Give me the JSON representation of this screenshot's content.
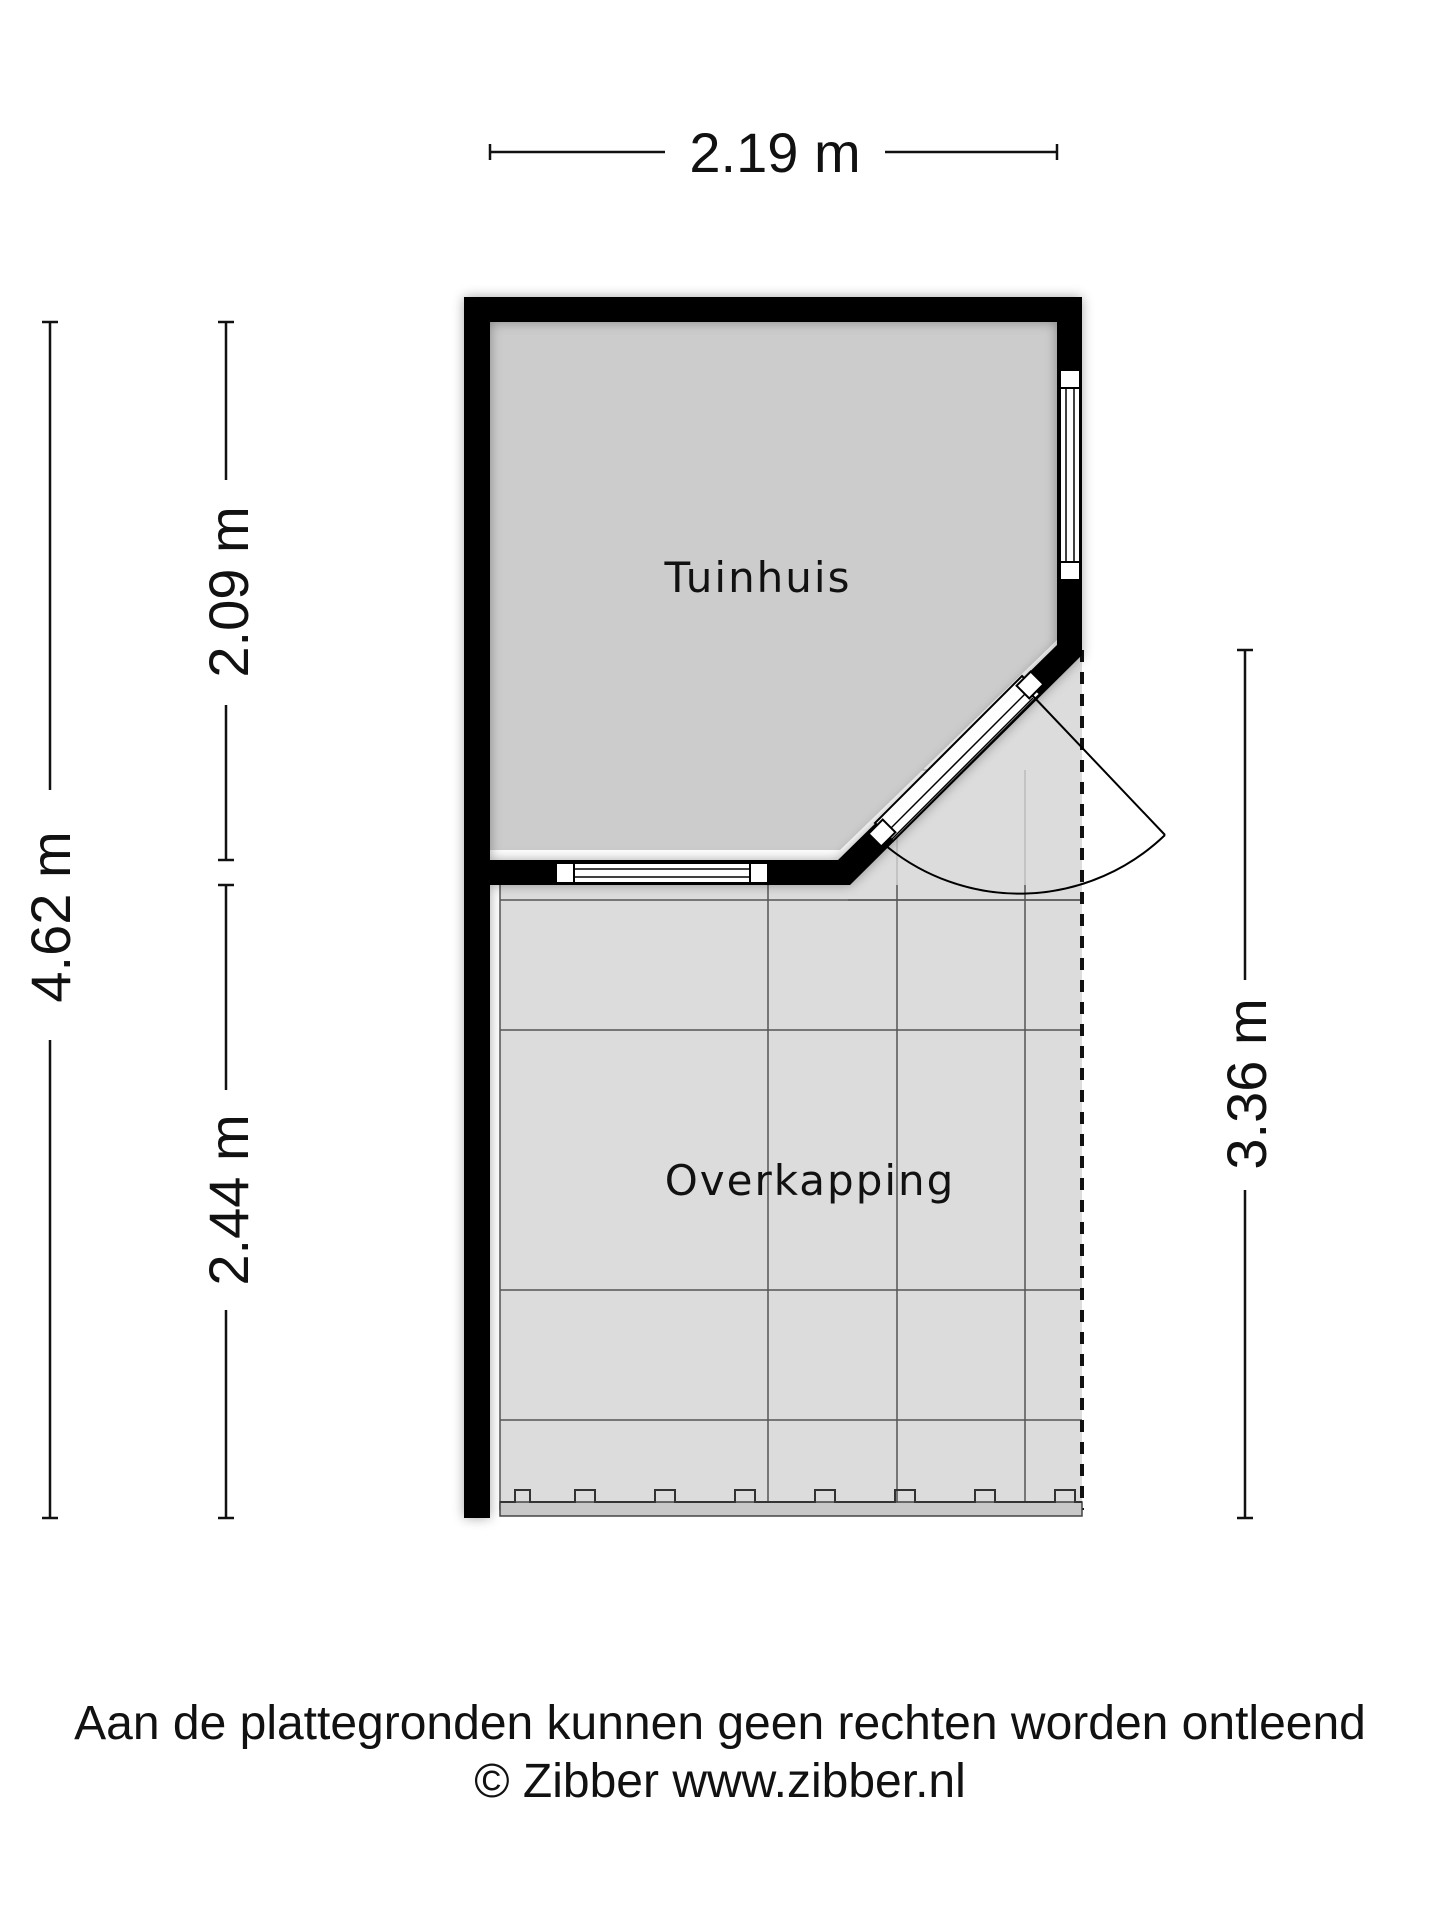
{
  "rooms": {
    "tuinhuis": "Tuinhuis",
    "overkapping": "Overkapping"
  },
  "dimensions": {
    "top_width": "2.19 m",
    "total_height": "4.62 m",
    "tuinhuis_height": "2.09 m",
    "overkapping_height": "2.44 m",
    "right_height": "3.36 m"
  },
  "footer": {
    "disclaimer": "Aan de plattegronden kunnen geen rechten worden ontleend",
    "copyright": "© Zibber www.zibber.nl"
  },
  "colors": {
    "wall": "#000000",
    "tuinhuis_floor": "#cccccc",
    "overkapping_floor": "#dcdcdc",
    "grid_line": "#555555"
  }
}
